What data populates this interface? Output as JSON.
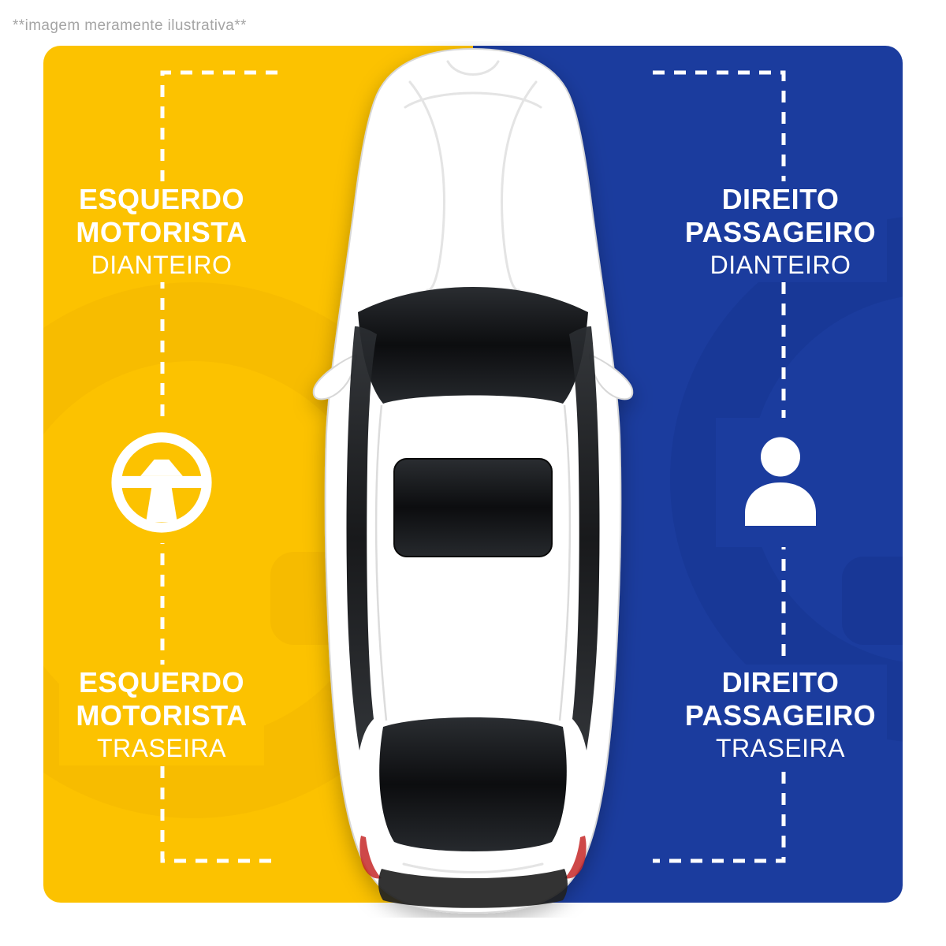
{
  "note": "**imagem meramente ilustrativa**",
  "colors": {
    "left_bg": "#FCC200",
    "right_bg": "#1B3C9E",
    "label_text": "#FFFFFF",
    "note_text": "#A5A5A5",
    "dash": "#FFFFFF"
  },
  "left_panel": {
    "side_icon": "steering-wheel-icon",
    "front_label": {
      "line1": "ESQUERDO",
      "line2": "MOTORISTA",
      "line3": "DIANTEIRO"
    },
    "rear_label": {
      "line1": "ESQUERDO",
      "line2": "MOTORISTA",
      "line3": "TRASEIRA"
    }
  },
  "right_panel": {
    "side_icon": "person-icon",
    "front_label": {
      "line1": "DIREITO",
      "line2": "PASSAGEIRO",
      "line3": "DIANTEIRO"
    },
    "rear_label": {
      "line1": "DIREITO",
      "line2": "PASSAGEIRO",
      "line3": "TRASEIRA"
    }
  },
  "illustration": "white-car-top-view"
}
